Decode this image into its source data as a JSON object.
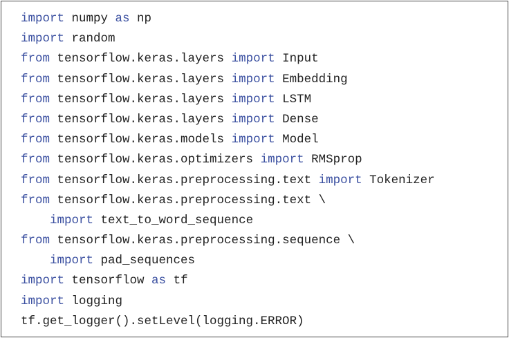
{
  "colors": {
    "keyword": "#3a4fa0",
    "text": "#222222",
    "border": "#444444",
    "background": "#ffffff"
  },
  "code": {
    "lines": [
      [
        {
          "t": "import",
          "k": "kw"
        },
        {
          "t": " numpy ",
          "k": "plain"
        },
        {
          "t": "as",
          "k": "kw"
        },
        {
          "t": " np",
          "k": "plain"
        }
      ],
      [
        {
          "t": "import",
          "k": "kw"
        },
        {
          "t": " random",
          "k": "plain"
        }
      ],
      [
        {
          "t": "from",
          "k": "kw"
        },
        {
          "t": " tensorflow.keras.layers ",
          "k": "plain"
        },
        {
          "t": "import",
          "k": "kw"
        },
        {
          "t": " Input",
          "k": "plain"
        }
      ],
      [
        {
          "t": "from",
          "k": "kw"
        },
        {
          "t": " tensorflow.keras.layers ",
          "k": "plain"
        },
        {
          "t": "import",
          "k": "kw"
        },
        {
          "t": " Embedding",
          "k": "plain"
        }
      ],
      [
        {
          "t": "from",
          "k": "kw"
        },
        {
          "t": " tensorflow.keras.layers ",
          "k": "plain"
        },
        {
          "t": "import",
          "k": "kw"
        },
        {
          "t": " LSTM",
          "k": "plain"
        }
      ],
      [
        {
          "t": "from",
          "k": "kw"
        },
        {
          "t": " tensorflow.keras.layers ",
          "k": "plain"
        },
        {
          "t": "import",
          "k": "kw"
        },
        {
          "t": " Dense",
          "k": "plain"
        }
      ],
      [
        {
          "t": "from",
          "k": "kw"
        },
        {
          "t": " tensorflow.keras.models ",
          "k": "plain"
        },
        {
          "t": "import",
          "k": "kw"
        },
        {
          "t": " Model",
          "k": "plain"
        }
      ],
      [
        {
          "t": "from",
          "k": "kw"
        },
        {
          "t": " tensorflow.keras.optimizers ",
          "k": "plain"
        },
        {
          "t": "import",
          "k": "kw"
        },
        {
          "t": " RMSprop",
          "k": "plain"
        }
      ],
      [
        {
          "t": "from",
          "k": "kw"
        },
        {
          "t": " tensorflow.keras.preprocessing.text ",
          "k": "plain"
        },
        {
          "t": "import",
          "k": "kw"
        },
        {
          "t": " Tokenizer",
          "k": "plain"
        }
      ],
      [
        {
          "t": "from",
          "k": "kw"
        },
        {
          "t": " tensorflow.keras.preprocessing.text \\",
          "k": "plain"
        }
      ],
      [
        {
          "t": "    ",
          "k": "plain"
        },
        {
          "t": "import",
          "k": "kw"
        },
        {
          "t": " text_to_word_sequence",
          "k": "plain"
        }
      ],
      [
        {
          "t": "from",
          "k": "kw"
        },
        {
          "t": " tensorflow.keras.preprocessing.sequence \\",
          "k": "plain"
        }
      ],
      [
        {
          "t": "    ",
          "k": "plain"
        },
        {
          "t": "import",
          "k": "kw"
        },
        {
          "t": " pad_sequences",
          "k": "plain"
        }
      ],
      [
        {
          "t": "import",
          "k": "kw"
        },
        {
          "t": " tensorflow ",
          "k": "plain"
        },
        {
          "t": "as",
          "k": "kw"
        },
        {
          "t": " tf",
          "k": "plain"
        }
      ],
      [
        {
          "t": "import",
          "k": "kw"
        },
        {
          "t": " logging",
          "k": "plain"
        }
      ],
      [
        {
          "t": "tf.get_logger().setLevel(logging.ERROR)",
          "k": "plain"
        }
      ]
    ]
  }
}
